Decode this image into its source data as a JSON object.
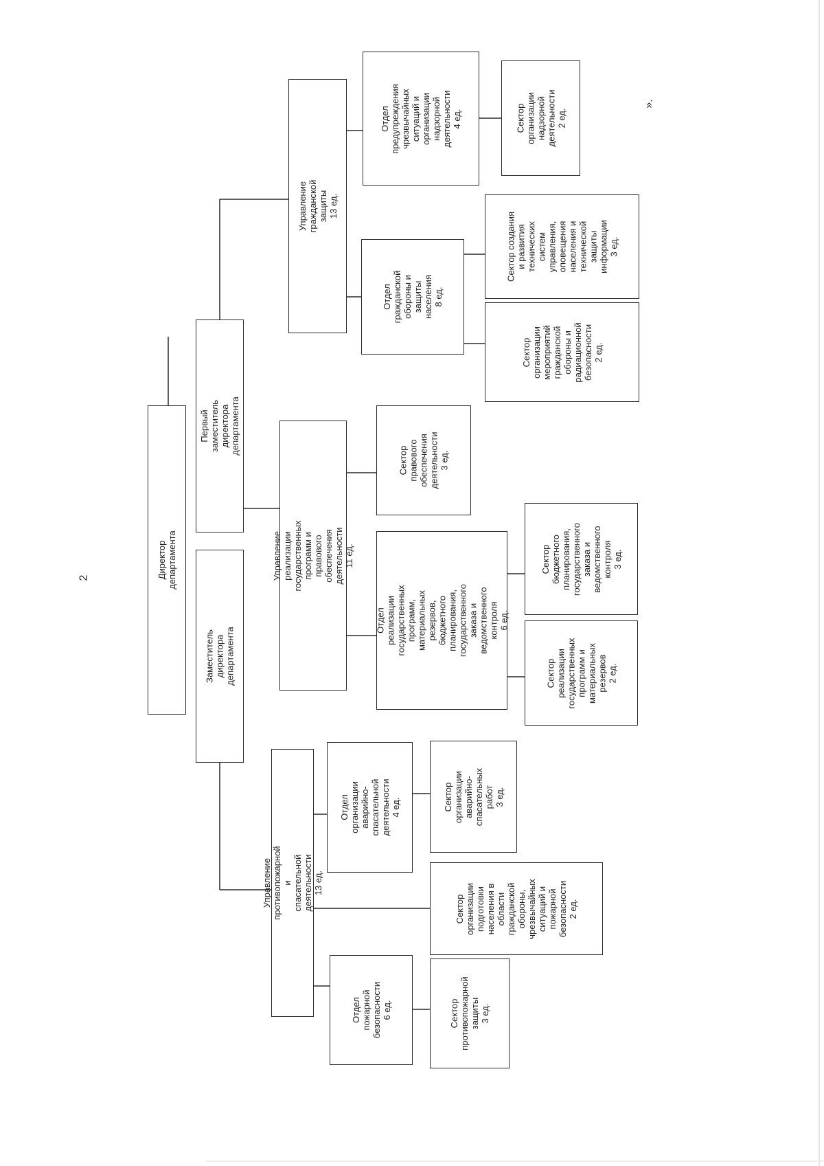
{
  "page_number": "2",
  "end_mark": "».",
  "org": {
    "director": "Директор департамента",
    "deputy": "Заместитель директора департамента",
    "first_deputy": "Первый заместитель директора\nдепартамента",
    "civil": {
      "name": "Управление гражданской защиты\n13 ед.",
      "prevention": "Отдел\nпредупреждения\nчрезвычайных\nситуаций и\nорганизации\nнадзорной\nдеятельности\n4 ед.",
      "supervision": "Сектор\nорганизации\nнадзорной\nдеятельности\n2 ед.",
      "defense": "Отдел гражданской\nобороны и защиты\nнаселения\n8 ед.",
      "tech": "Сектор создания\nи развития\nтехнических\nсистем\nуправления,\nоповещения\nнаселения и\nтехнической\nзащиты\nинформации\n3 ед.",
      "events": "Сектор\nорганизации\nмероприятий\nгражданской\nобороны и\nрадиационной\nбезопасности\n2 ед."
    },
    "programs": {
      "name": "Управление реализации государственных\nпрограмм и правового обеспечения деятельности\n11 ед.",
      "legal": "Сектор правового\nобеспечения\nдеятельности\n3 ед.",
      "dept": "Отдел реализации\nгосударственных программ,\nматериальных резервов,\nбюджетного планирования,\nгосударственного заказа и\nведомственного контроля\n6 ед.",
      "budget": "Сектор\nбюджетного\nпланирования,\nгосударственного\nзаказа и\nведомственного\nконтроля\n3 ед.",
      "reserves": "Сектор\nреализации\nгосударственных\nпрограмм и\nматериальных\nрезервов\n2 ед."
    },
    "fire": {
      "name": "Управление противопожарной и\nспасательной деятельности\n13 ед.",
      "rescue_dept": "Отдел организации\nаварийно-\nспасательной\nдеятельности\n4 ед.",
      "rescue_sector": "Сектор\nорганизации\nаварийно-\nспасательных\nработ\n3 ед.",
      "training": "Сектор\nорганизации\nподготовки\nнаселения в\nобласти\nгражданской\nобороны,\nчрезвычайных\nситуаций и\nпожарной\nбезопасности\n2 ед.",
      "safety_dept": "Отдел пожарной\nбезопасности\n6 ед.",
      "protection": "Сектор\nпротивопожарной\nзащиты\n3 ед."
    }
  }
}
